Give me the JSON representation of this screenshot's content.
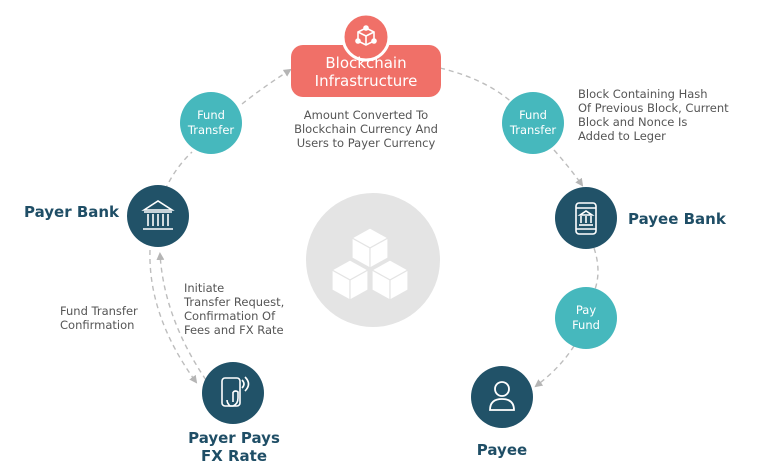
{
  "title": {
    "line1": "Blockchain",
    "line2": "Infrastructure"
  },
  "center_caption": {
    "line1": "Amount Converted To",
    "line2": "Blockchain Currency And",
    "line3": "Users to Payer Currency"
  },
  "steps": {
    "fund_transfer_left": {
      "line1": "Fund",
      "line2": "Transfer"
    },
    "fund_transfer_right": {
      "line1": "Fund",
      "line2": "Transfer"
    },
    "pay_fund": {
      "line1": "Pay",
      "line2": "Fund"
    }
  },
  "nodes": {
    "payer_bank": "Payer Bank",
    "payee_bank": "Payee Bank",
    "payer_pays": {
      "line1": "Payer Pays",
      "line2": "FX Rate"
    },
    "payee": "Payee"
  },
  "annotations": {
    "block_hash": {
      "line1": "Block Containing Hash",
      "line2": "Of Previous Block, Current",
      "line3": "Block and Nonce Is",
      "line4": "Added to Leger"
    },
    "fund_confirmation": {
      "line1": "Fund Transfer",
      "line2": "Confirmation"
    },
    "initiate": {
      "line1": "Initiate",
      "line2": "Transfer Request,",
      "line3": "Confirmation Of",
      "line4": "Fees and FX Rate"
    }
  },
  "colors": {
    "primary": "#f07068",
    "teal": "#46b8bd",
    "navy": "#215268",
    "center_gray": "#e4e4e4",
    "arrow": "#bdbdbd"
  }
}
